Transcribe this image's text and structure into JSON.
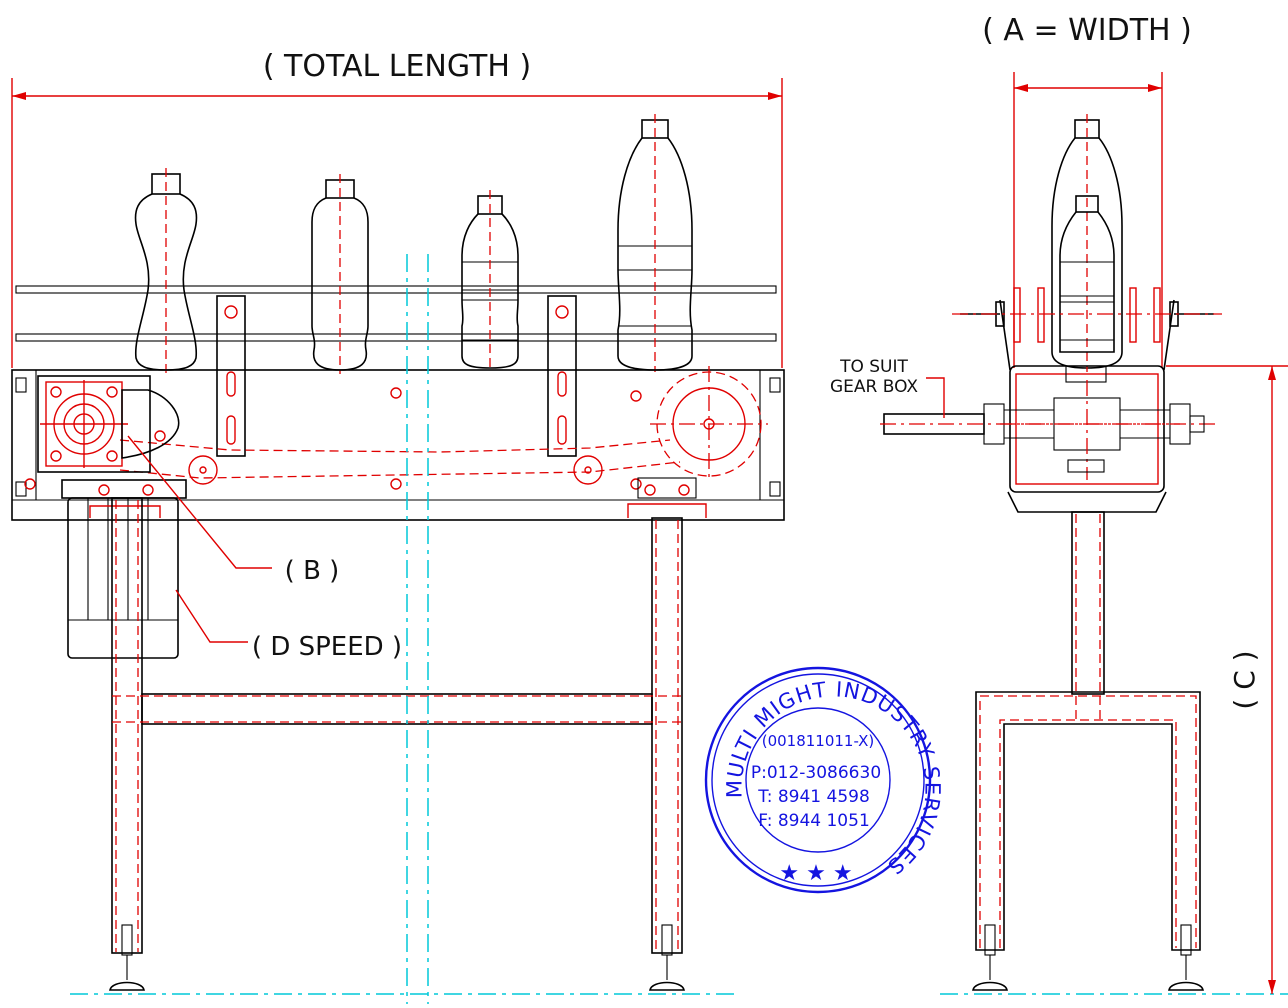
{
  "labels": {
    "total_length": "( TOTAL LENGTH )",
    "width": "( A = WIDTH )",
    "b": "( B )",
    "d_speed": "( D SPEED )",
    "c": "( C )",
    "to_suit_line1": "TO SUIT",
    "to_suit_line2": "GEAR BOX"
  },
  "stamp": {
    "company_top": "MULTI MIGHT INDUSTRY SERVICES",
    "reg_no": "(001811011-X)",
    "phone_p": "P:012-3086630",
    "phone_t": "T: 8941  4598",
    "phone_f": "F: 8944  1051",
    "stars": "★ ★ ★"
  },
  "colors": {
    "outline": "#000000",
    "hidden_lines": "#e00000",
    "center_lines": "#00c8d8",
    "stamp": "#1414e0"
  }
}
